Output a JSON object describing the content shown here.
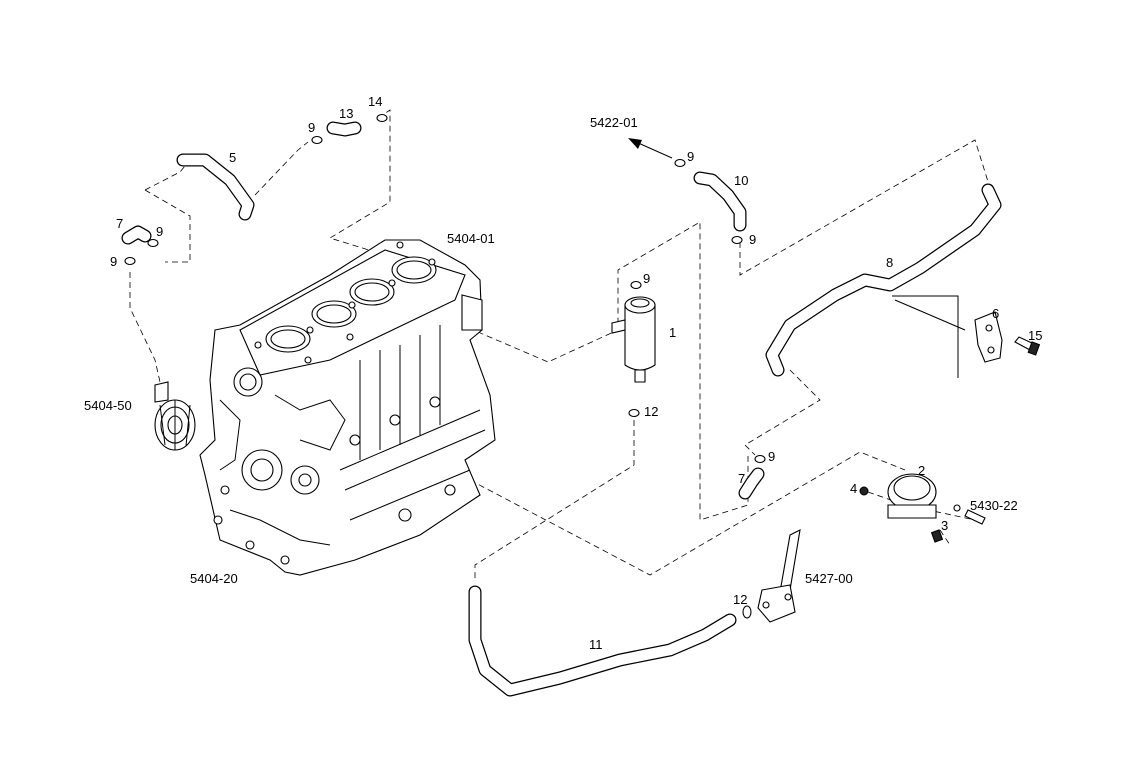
{
  "diagram": {
    "labels": {
      "block": "5404-01",
      "pump": "5404-50",
      "sump": "5404-20",
      "outlet": "5422-01",
      "bracket": "5430-22",
      "fitting": "5427-00",
      "p1": "1",
      "p2": "2",
      "p3": "3",
      "p4": "4",
      "p5": "5",
      "p6": "6",
      "p7a": "7",
      "p7b": "7",
      "p8": "8",
      "p9a": "9",
      "p9b": "9",
      "p9c": "9",
      "p9d": "9",
      "p9e": "9",
      "p9f": "9",
      "p9g": "9",
      "p10": "10",
      "p11": "11",
      "p12a": "12",
      "p12b": "12",
      "p13": "13",
      "p14": "14",
      "p15": "15"
    },
    "colors": {
      "ink": "#000000",
      "paper": "#ffffff"
    }
  }
}
